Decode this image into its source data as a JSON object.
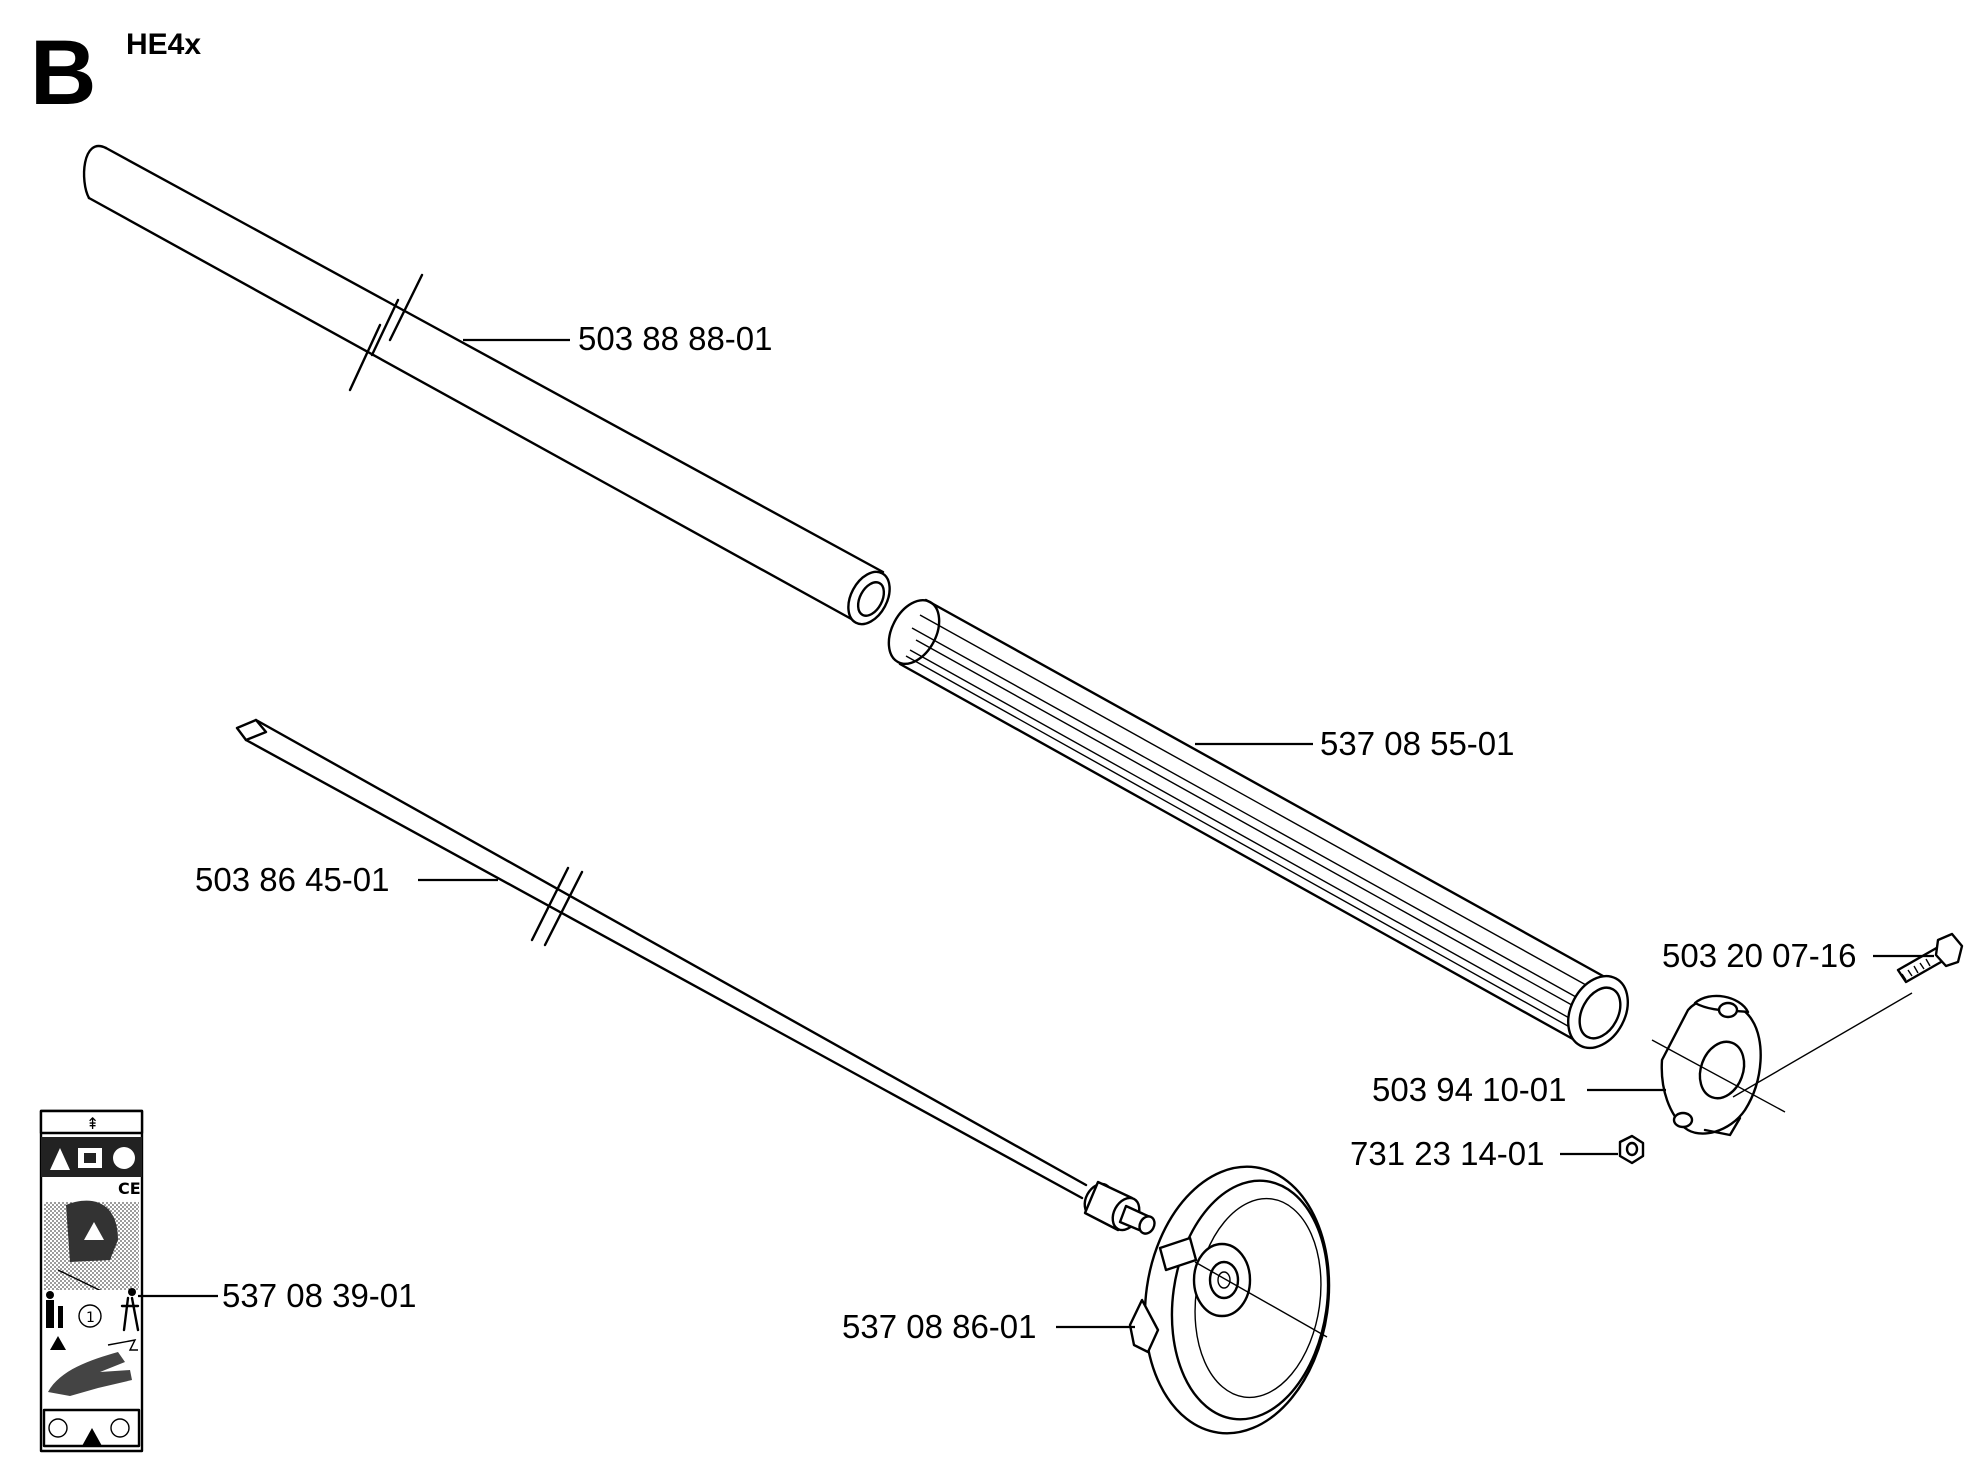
{
  "section": {
    "letter": "B",
    "model": "HE4x"
  },
  "parts": [
    {
      "id": "tube",
      "number": "503 88 88-01",
      "icon": "tube-icon"
    },
    {
      "id": "grip",
      "number": "537 08 55-01",
      "icon": "grip-sleeve-icon"
    },
    {
      "id": "shaft",
      "number": "503 86 45-01",
      "icon": "drive-shaft-icon"
    },
    {
      "id": "screw",
      "number": "503 20 07-16",
      "icon": "screw-icon"
    },
    {
      "id": "clamp",
      "number": "503 94 10-01",
      "icon": "clamp-icon"
    },
    {
      "id": "nut",
      "number": "731 23 14-01",
      "icon": "nut-icon"
    },
    {
      "id": "decal",
      "number": "537 08 39-01",
      "icon": "warning-decal-icon"
    },
    {
      "id": "cover",
      "number": "537 08 86-01",
      "icon": "cover-cup-icon"
    }
  ],
  "colors": {
    "ink": "#000000",
    "shade": "#9a9a9a",
    "paper": "#ffffff"
  }
}
